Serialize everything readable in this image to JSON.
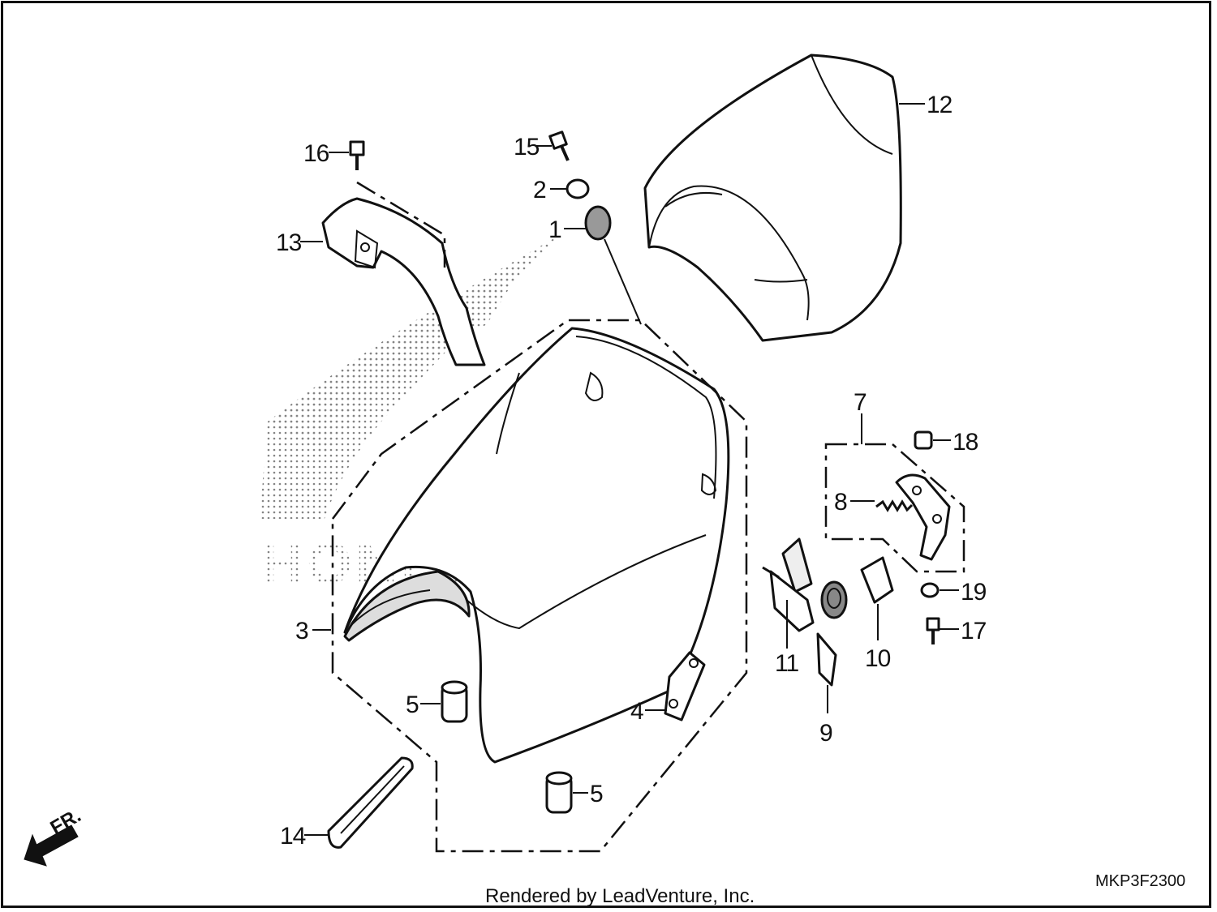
{
  "diagram": {
    "code": "MKP3F2300",
    "credit": "Rendered by LeadVenture, Inc.",
    "front_marker": "FR.",
    "watermark": "HONDA",
    "callouts": [
      {
        "id": "c1",
        "label": "1"
      },
      {
        "id": "c2",
        "label": "2"
      },
      {
        "id": "c3",
        "label": "3"
      },
      {
        "id": "c4",
        "label": "4"
      },
      {
        "id": "c5a",
        "label": "5"
      },
      {
        "id": "c5b",
        "label": "5"
      },
      {
        "id": "c7",
        "label": "7"
      },
      {
        "id": "c8",
        "label": "8"
      },
      {
        "id": "c9",
        "label": "9"
      },
      {
        "id": "c10",
        "label": "10"
      },
      {
        "id": "c11",
        "label": "11"
      },
      {
        "id": "c12",
        "label": "12"
      },
      {
        "id": "c13",
        "label": "13"
      },
      {
        "id": "c14",
        "label": "14"
      },
      {
        "id": "c15",
        "label": "15"
      },
      {
        "id": "c16",
        "label": "16"
      },
      {
        "id": "c17",
        "label": "17"
      },
      {
        "id": "c18",
        "label": "18"
      },
      {
        "id": "c19",
        "label": "19"
      }
    ]
  }
}
